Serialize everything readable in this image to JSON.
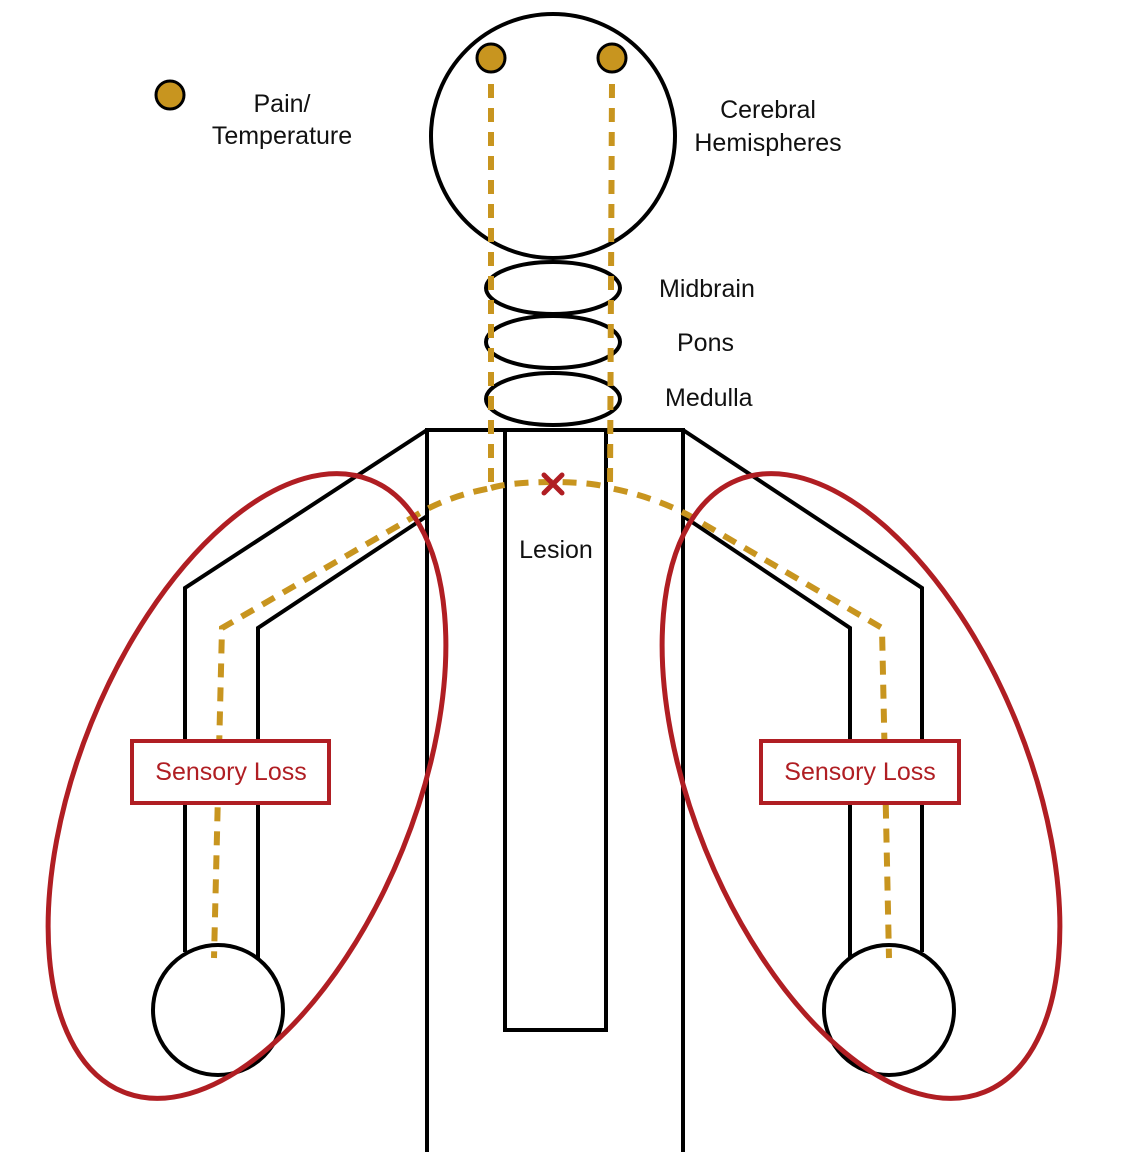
{
  "colors": {
    "outline": "#000000",
    "pathway": "#c8951f",
    "sensory_loss": "#b01e23",
    "background": "#ffffff"
  },
  "legend": {
    "line1": "Pain/",
    "line2": "Temperature",
    "marker_icon": "pain-temperature-dot-icon"
  },
  "labels": {
    "cerebral_line1": "Cerebral",
    "cerebral_line2": "Hemispheres",
    "midbrain": "Midbrain",
    "pons": "Pons",
    "medulla": "Medulla",
    "lesion": "Lesion"
  },
  "sensory_loss": {
    "left": "Sensory Loss",
    "right": "Sensory Loss"
  },
  "lesion_marker_icon": "x-mark-icon"
}
